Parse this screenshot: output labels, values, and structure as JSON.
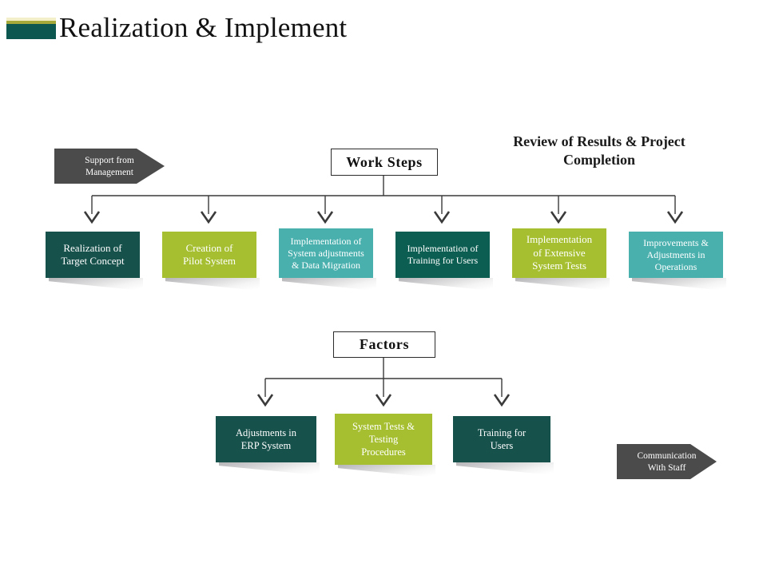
{
  "slide": {
    "title": "Realization & Implement"
  },
  "callouts": [
    {
      "name": "support-from-management",
      "text": "Support from\nManagement",
      "line1": "Support from",
      "line2": "Management",
      "color": "#4b4b4b"
    },
    {
      "name": "communication-with-staff",
      "text": "Communication\nWith Staff",
      "line1": "Communication",
      "line2": "With Staff",
      "color": "#4b4b4b"
    }
  ],
  "labels": {
    "work_steps": "Work Steps",
    "factors": "Factors"
  },
  "headings": {
    "review": "Review of Results & Project Completion",
    "review_line1": "Review of Results & Project",
    "review_line2": "Completion"
  },
  "palette": {
    "dark_teal": "#17514c",
    "deep_teal": "#0c5e52",
    "olive": "#a5bf30",
    "medium_teal": "#49b0ae",
    "gray_arrow": "#4b4b4b",
    "title_accent_teal": "#0c5750",
    "title_accent_olive": "#a5a93a",
    "title_accent_cream": "#f2efc9",
    "connector": "#3a3a3a"
  },
  "work_steps": {
    "heading": "Work Steps",
    "items": [
      {
        "id": "realization-target-concept",
        "line1": "Realization  of",
        "line2": "Target Concept",
        "line3": "",
        "color": "#17514c"
      },
      {
        "id": "creation-pilot-system",
        "line1": "Creation  of",
        "line2": "Pilot System",
        "line3": "",
        "color": "#a5bf30"
      },
      {
        "id": "implementation-system-adjustments",
        "line1": "Implementation of",
        "line2": "System adjustments",
        "line3": "& Data Migration",
        "color": "#49b0ae"
      },
      {
        "id": "implementation-training-users",
        "line1": "Implementation of",
        "line2": "Training for Users",
        "line3": "",
        "color": "#0c5e52"
      },
      {
        "id": "implementation-extensive-system-tests",
        "line1": "Implementation",
        "line2": "of Extensive",
        "line3": "System Tests",
        "color": "#a5bf30"
      },
      {
        "id": "improvements-adjustments-operations",
        "line1": "Improvements &",
        "line2": "Adjustments in",
        "line3": "Operations",
        "color": "#49b0ae"
      }
    ]
  },
  "factors": {
    "heading": "Factors",
    "items": [
      {
        "id": "adjustments-erp-system",
        "line1": "Adjustments in",
        "line2": "ERP  System",
        "line3": "",
        "color": "#17514c"
      },
      {
        "id": "system-tests-testing-procedures",
        "line1": "System Tests &",
        "line2": "Testing",
        "line3": "Procedures",
        "color": "#a5bf30"
      },
      {
        "id": "training-for-users",
        "line1": "Training for",
        "line2": "Users",
        "line3": "",
        "color": "#17514c"
      }
    ]
  }
}
